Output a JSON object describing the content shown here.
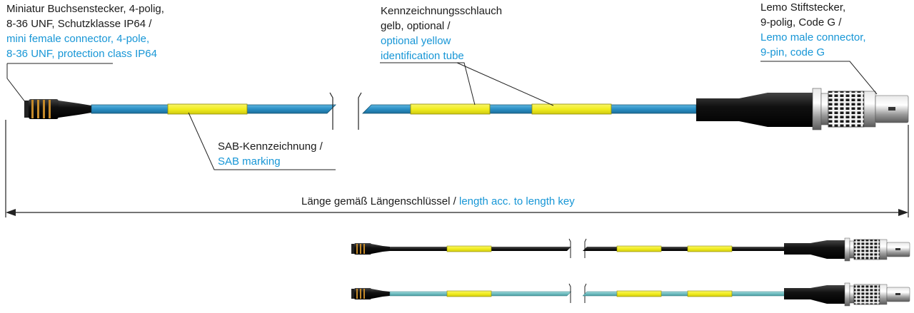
{
  "colors": {
    "cable_blue": "#2a8fc4",
    "cable_black": "#1a1a1a",
    "cable_turquoise": "#6fbcc0",
    "marking_yellow": "#f2ee1f",
    "text_blue": "#1796d6",
    "text_black": "#1a1a1a"
  },
  "labels": {
    "left_connector": {
      "de": [
        "Miniatur Buchsenstecker, 4-polig,",
        "8-36 UNF, Schutzklasse IP64 /"
      ],
      "en": [
        "mini female connector, 4-pole,",
        "8-36 UNF, protection class IP64"
      ]
    },
    "tube": {
      "de": [
        "Kennzeichnungsschlauch",
        "gelb, optional /"
      ],
      "en": [
        "optional yellow",
        "identification tube"
      ]
    },
    "right_connector": {
      "de": [
        "Lemo Stiftstecker,",
        "9-polig, Code G /"
      ],
      "en": [
        "Lemo male connector,",
        "9-pin, code G"
      ]
    },
    "sab": {
      "de": "SAB-Kennzeichnung /",
      "en": "SAB marking"
    },
    "length": {
      "de": "Länge gemäß Längenschlüssel / ",
      "en": "length acc. to length key"
    }
  },
  "variants": [
    "blue",
    "black",
    "turquoise"
  ]
}
